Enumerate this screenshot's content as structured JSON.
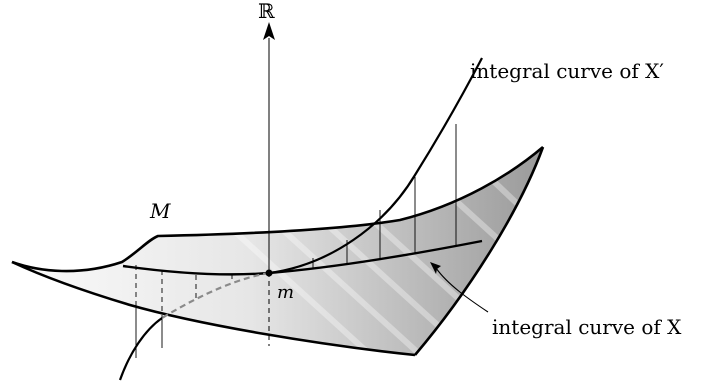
{
  "labels": {
    "axis": "ℝ",
    "manifold": "M",
    "point": "m",
    "curve_top": "integral curve of X′",
    "curve_bottom": "integral curve of X"
  },
  "colors": {
    "stroke": "#000000",
    "dashed": "#8a8a8a",
    "surface_light": "#f7f7f7",
    "surface_dark": "#9a9a9a"
  }
}
